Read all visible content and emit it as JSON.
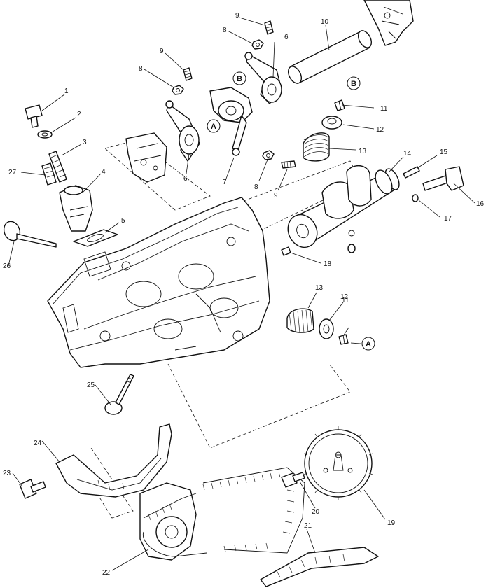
{
  "callouts": [
    {
      "id": "c1",
      "label": "1"
    },
    {
      "id": "c2",
      "label": "2"
    },
    {
      "id": "c3",
      "label": "3"
    },
    {
      "id": "c4",
      "label": "4"
    },
    {
      "id": "c5",
      "label": "5"
    },
    {
      "id": "c6a",
      "label": "6"
    },
    {
      "id": "c6b",
      "label": "6"
    },
    {
      "id": "c7",
      "label": "7"
    },
    {
      "id": "c8a",
      "label": "8"
    },
    {
      "id": "c8b",
      "label": "8"
    },
    {
      "id": "c8c",
      "label": "8"
    },
    {
      "id": "c9a",
      "label": "9"
    },
    {
      "id": "c9b",
      "label": "9"
    },
    {
      "id": "c9c",
      "label": "9"
    },
    {
      "id": "c10",
      "label": "10"
    },
    {
      "id": "c11a",
      "label": "11"
    },
    {
      "id": "c11b",
      "label": "11"
    },
    {
      "id": "c12a",
      "label": "12"
    },
    {
      "id": "c12b",
      "label": "12"
    },
    {
      "id": "c13a",
      "label": "13"
    },
    {
      "id": "c13b",
      "label": "13"
    },
    {
      "id": "c14",
      "label": "14"
    },
    {
      "id": "c15",
      "label": "15"
    },
    {
      "id": "c16",
      "label": "16"
    },
    {
      "id": "c17",
      "label": "17"
    },
    {
      "id": "c18",
      "label": "18"
    },
    {
      "id": "c19",
      "label": "19"
    },
    {
      "id": "c20",
      "label": "20"
    },
    {
      "id": "c21",
      "label": "21"
    },
    {
      "id": "c22",
      "label": "22"
    },
    {
      "id": "c23",
      "label": "23"
    },
    {
      "id": "c24",
      "label": "24"
    },
    {
      "id": "c25",
      "label": "25"
    },
    {
      "id": "c26",
      "label": "26"
    },
    {
      "id": "c27",
      "label": "27"
    }
  ],
  "reference_markers": [
    {
      "id": "refA1",
      "label": "A"
    },
    {
      "id": "refA2",
      "label": "A"
    },
    {
      "id": "refB1",
      "label": "B"
    },
    {
      "id": "refB2",
      "label": "B"
    }
  ]
}
